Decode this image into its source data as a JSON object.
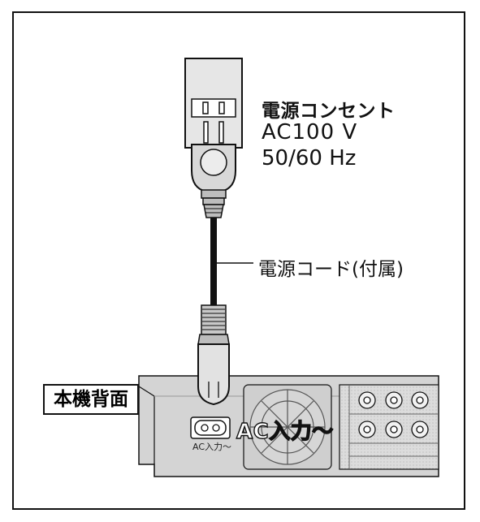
{
  "outlet": {
    "title": "電源コンセント",
    "voltage": "AC100 V",
    "frequency": "50/60 Hz"
  },
  "cord": {
    "label": "電源コード(付属)"
  },
  "unit": {
    "rear_label": "本機背面",
    "ac_input_callout": "AC入力〜",
    "ac_input_small": "AC入力〜"
  }
}
